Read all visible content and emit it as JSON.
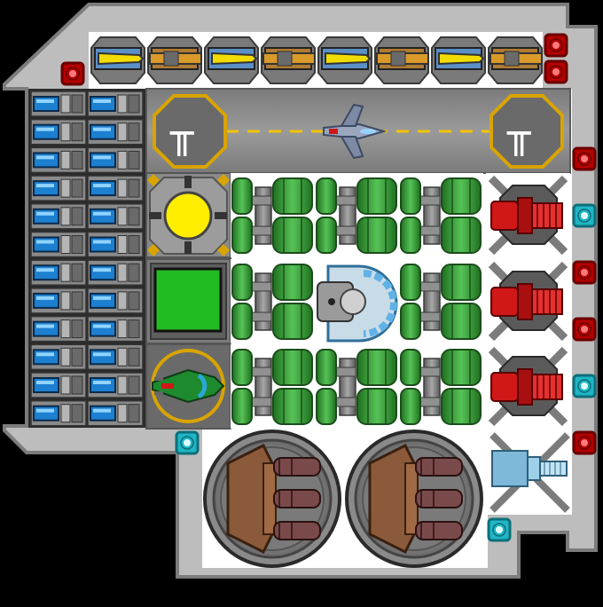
{
  "ship": {
    "name": "",
    "colors": {
      "hull": "#bdbdbd",
      "hull_edge": "#7c7c7c",
      "deck": "#ffffff",
      "tank_green": "#3caa3c",
      "thruster_red": "#d01818",
      "sensor_red": "#b30000",
      "sensor_cyan": "#1fb5c5",
      "pad_gold": "#d9a400",
      "reactor_yellow": "#ffee00",
      "shield_green": "#22bb22"
    },
    "hangar": {
      "pad_left_glyph": "╥",
      "pad_right_glyph": "╥"
    },
    "modules": {
      "cannon_count": 8,
      "battery_count": 24,
      "tank_count": 8,
      "red_thrusters": 3,
      "turrets": 2
    }
  }
}
